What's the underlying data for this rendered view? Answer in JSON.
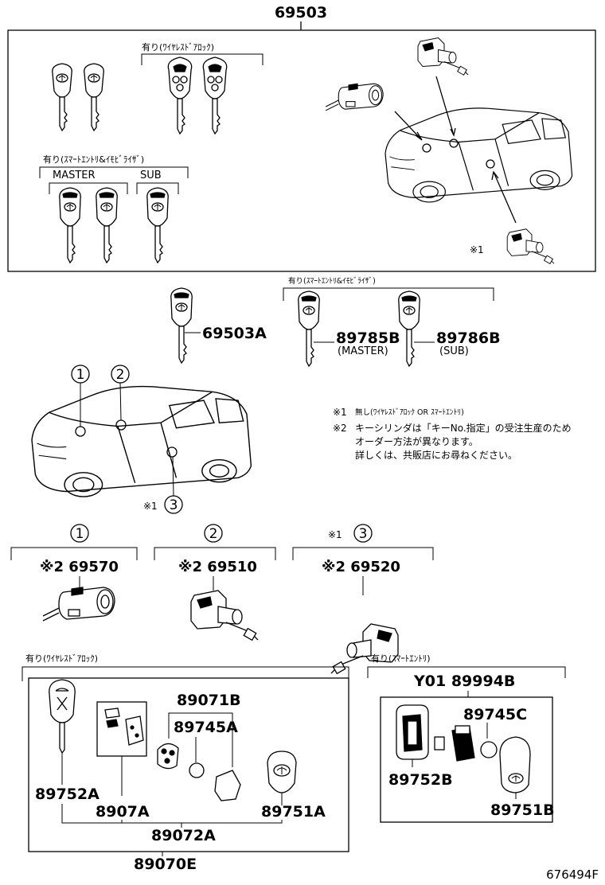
{
  "diagram": {
    "top_part": "69503",
    "top_group_wireless": "有り(ﾜｲﾔﾚｽﾄﾞｱﾛｯｸ)",
    "top_group_smart": "有り(ｽﾏｰﾄｴﾝﾄﾘ&ｲﾓﾋﾞﾗｲｻﾞ)",
    "master_label": "MASTER",
    "sub_label": "SUB",
    "note_mark_top": "※1",
    "key_69503a": "69503A",
    "smart_group": "有り(ｽﾏｰﾄｴﾝﾄﾘ&ｲﾓﾋﾞﾗｲｻﾞ)",
    "key_89785b": "89785B",
    "key_89785b_sub": "(MASTER)",
    "key_89786b": "89786B",
    "key_89786b_sub": "(SUB)",
    "notes": {
      "n1_mark": "※1",
      "n1_text": "無し(ﾜｲﾔﾚｽﾄﾞｱﾛｯｸ OR ｽﾏｰﾄｴﾝﾄﾘ)",
      "n2_mark": "※2",
      "n2_line1": "キーシリンダは「キーNo.指定」の受注生産のため",
      "n2_line2": "オーダー方法が異なります。",
      "n2_line3": "詳しくは、共販店にお尋ねください。"
    },
    "car_callouts": [
      "1",
      "2",
      "3"
    ],
    "car_callout3_mark": "※1",
    "cylinders": [
      {
        "callout": "1",
        "mark": "",
        "part": "※2 69570"
      },
      {
        "callout": "2",
        "mark": "",
        "part": "※2 69510"
      },
      {
        "callout": "3",
        "mark": "※1",
        "part": "※2 69520"
      }
    ],
    "wireless_group": "有り(ﾜｲﾔﾚｽﾄﾞｱﾛｯｸ)",
    "wireless_parts": {
      "p89071b": "89071B",
      "p89745a": "89745A",
      "p89752a": "89752A",
      "p8907a": "8907A",
      "p89751a": "89751A",
      "p89072a": "89072A",
      "p89070e": "89070E"
    },
    "smartentry_group": "有り(ｽﾏｰﾄｴﾝﾄﾘ)",
    "smartentry_parts": {
      "y01": "Y01 89994B",
      "p89745c": "89745C",
      "p89752b": "89752B",
      "p89751b": "89751B"
    },
    "diagram_id": "676494F"
  }
}
